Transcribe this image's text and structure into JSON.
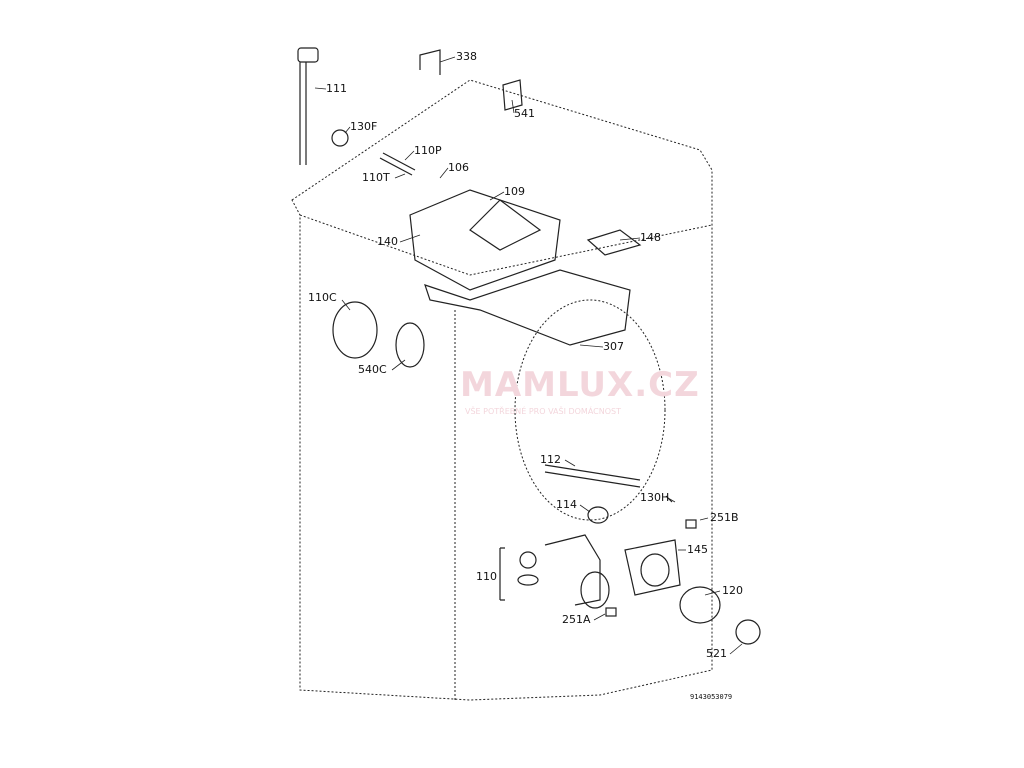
{
  "diagram": {
    "watermark": {
      "brand": "MAMLUX.CZ",
      "tagline": "VŠE POTŘEBNÉ PRO VAŠI DOMÁCNOST"
    },
    "drawing_code": "9143053079",
    "part_labels": [
      "338",
      "111",
      "541",
      "130F",
      "110P",
      "106",
      "110T",
      "109",
      "148",
      "140",
      "110C",
      "307",
      "540C",
      "112",
      "130H",
      "114",
      "251B",
      "145",
      "110",
      "120",
      "251A",
      "521"
    ]
  }
}
